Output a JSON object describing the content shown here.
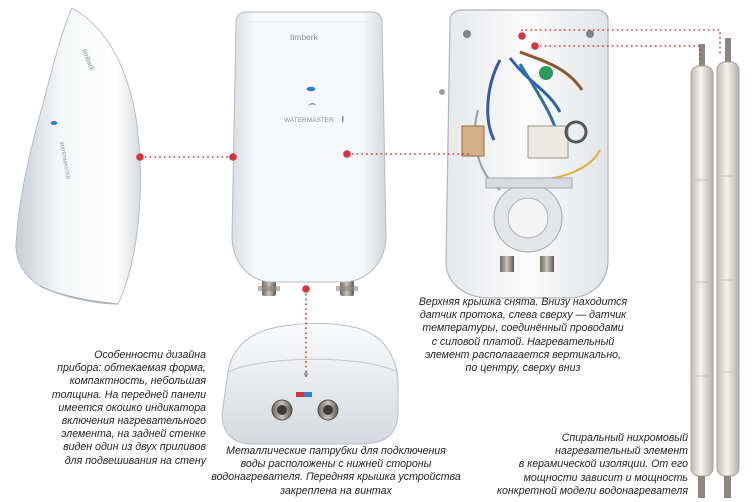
{
  "device": {
    "brand_logo": "timberk",
    "model_logo": "WATERMASTER"
  },
  "colors": {
    "accent_red": "#d8343c",
    "indicator_blue": "#2f84d6",
    "caption_text": "#1f1f1f"
  },
  "captions": {
    "design": "Особенности дизайна\nприбора: обтекаемая форма,\nкомпактность, небольшая\nтолщина. На передней панели\nимеется окошко индикатора\nвключения нагревательного\nэлемента, на задней стенке\nвиден один из двух приливов\nдля подвешивания на стену",
    "pipes": "Металлические патрубки для подключения\nводы расположены с нижней стороны\nводонагревателя. Передняя крышка устройства\nзакреплена на винтах",
    "cover": "Верхняя крышка снята. Внизу находится\nдатчик протока, слева сверху — датчик\nтемпературы, соединённый проводами\nс силовой платой. Нагревательный\nэлемент располагается вертикально,\nпо центру, сверху вниз",
    "element": "Спиральный нихромовый\nнагревательный элемент\nв керамической изоляции. От его\nмощности зависит и мощность\nконкретной модели водонагревателя"
  }
}
